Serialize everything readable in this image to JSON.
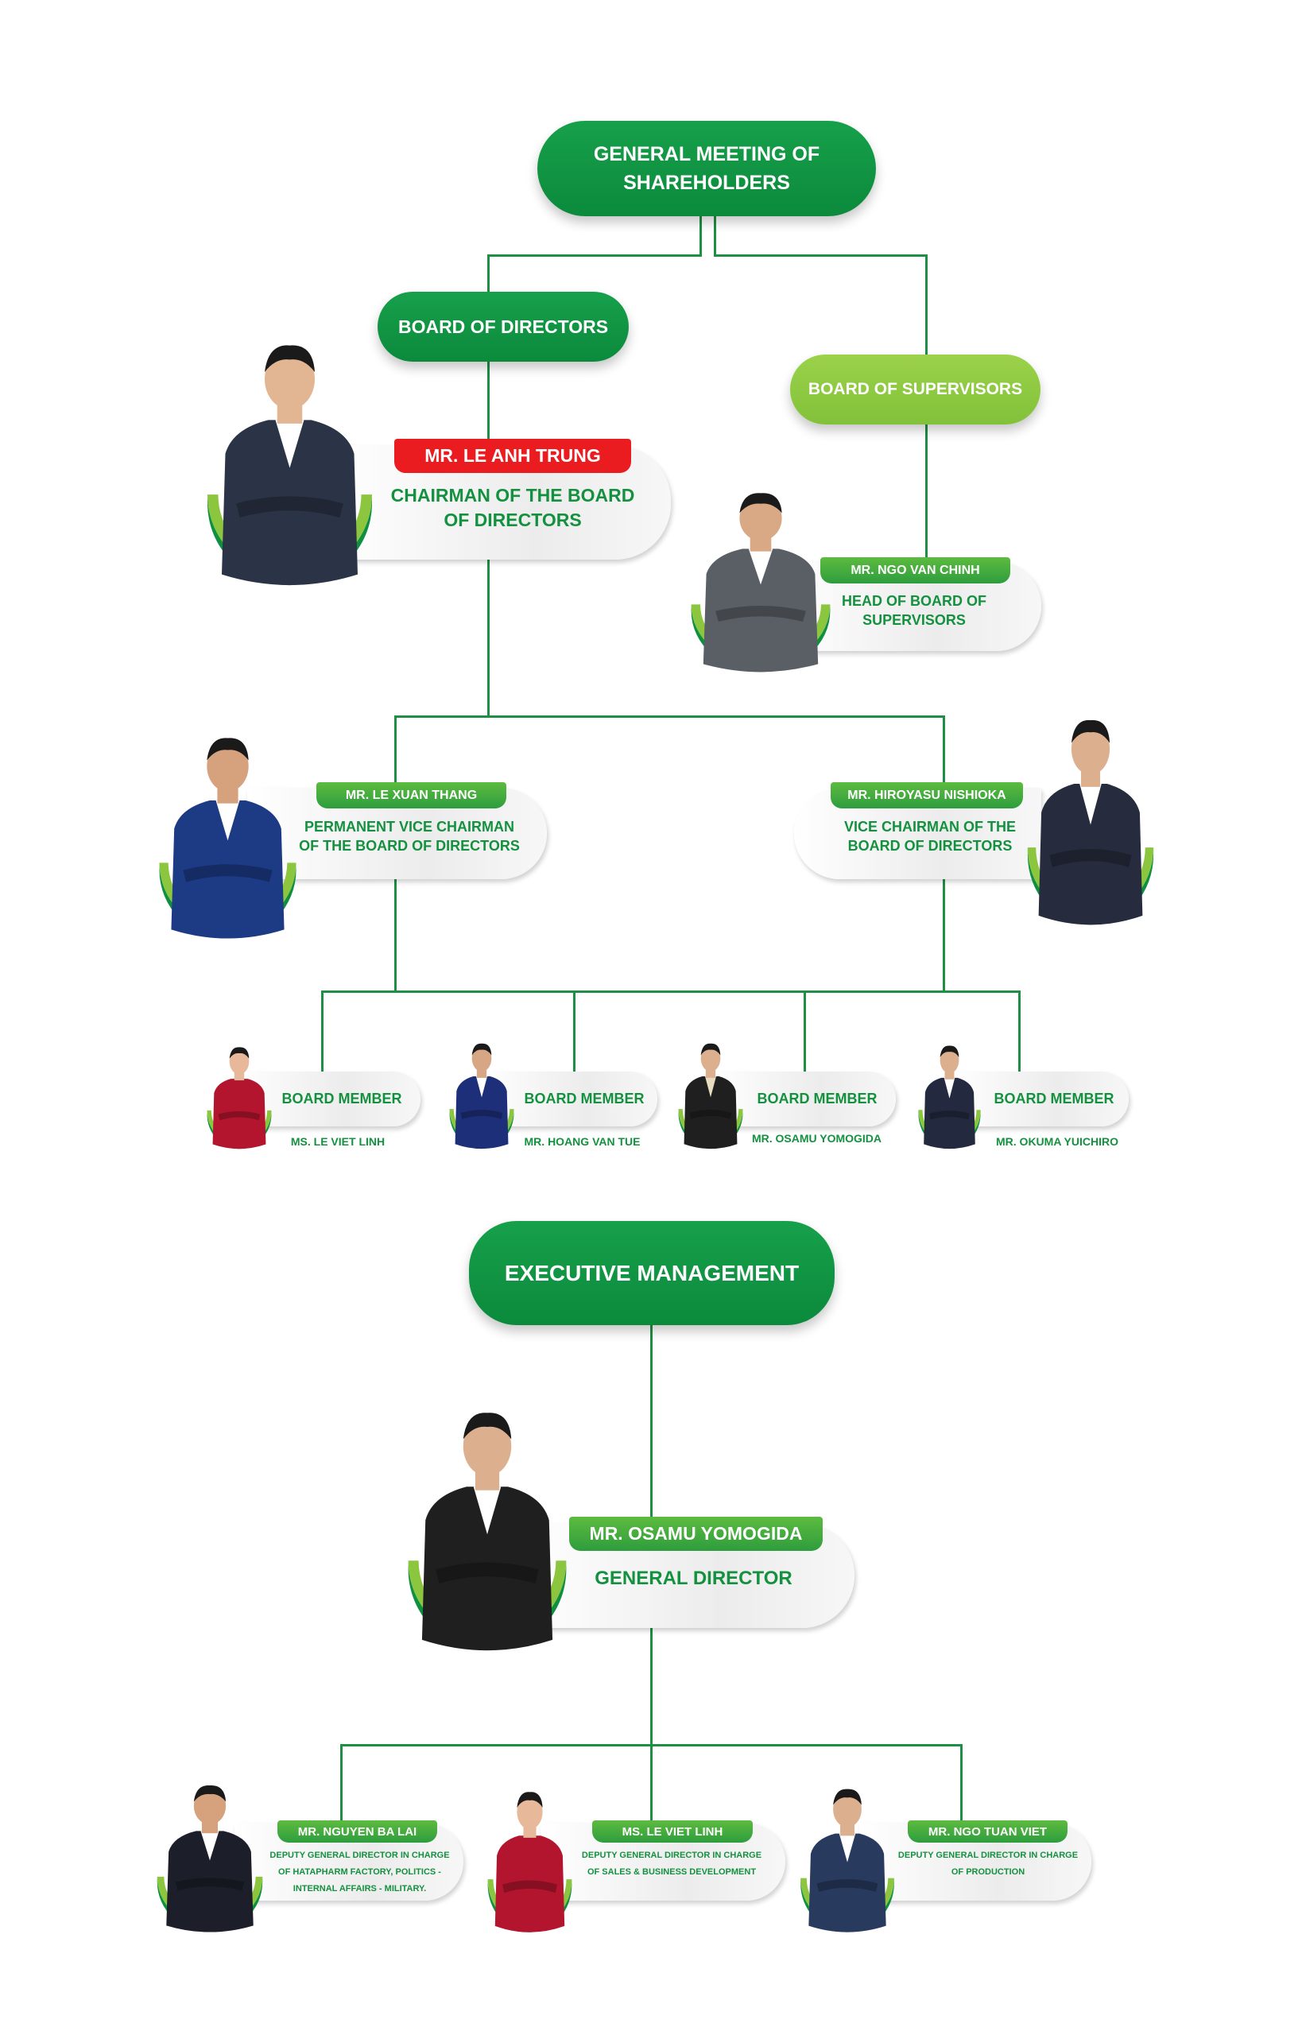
{
  "colors": {
    "green": "#0f8f40",
    "light_green": "#8cc63f",
    "red": "#ea1c1f",
    "text_green": "#14913f"
  },
  "shareholders": {
    "line1": "GENERAL MEETING OF",
    "line2": "SHAREHOLDERS"
  },
  "board_of_directors": "BOARD OF DIRECTORS",
  "board_of_supervisors": "BOARD OF SUPERVISORS",
  "chairman": {
    "name": "MR. LE ANH TRUNG",
    "role1": "CHAIRMAN OF THE BOARD",
    "role2": "OF DIRECTORS"
  },
  "supervisor_head": {
    "name": "MR. NGO VAN CHINH",
    "role1": "HEAD OF BOARD OF",
    "role2": "SUPERVISORS"
  },
  "vice1": {
    "name": "MR. LE XUAN THANG",
    "role1": "PERMANENT VICE CHAIRMAN",
    "role2": "OF THE BOARD OF DIRECTORS"
  },
  "vice2": {
    "name": "MR. HIROYASU NISHIOKA",
    "role1": "VICE CHAIRMAN OF THE",
    "role2": "BOARD OF DIRECTORS"
  },
  "members": [
    {
      "role": "BOARD MEMBER",
      "name": "MS. LE VIET LINH"
    },
    {
      "role": "BOARD MEMBER",
      "name": "MR. HOANG VAN TUE"
    },
    {
      "role": "BOARD MEMBER",
      "name": "MR. OSAMU YOMOGIDA"
    },
    {
      "role": "BOARD MEMBER",
      "name": "MR. OKUMA YUICHIRO"
    }
  ],
  "executive": "EXECUTIVE MANAGEMENT",
  "general_director": {
    "name": "MR. OSAMU YOMOGIDA",
    "role": "GENERAL DIRECTOR"
  },
  "deputies": [
    {
      "name": "MR. NGUYEN BA LAI",
      "role1": "DEPUTY GENERAL DIRECTOR IN CHARGE",
      "role2": "OF HATAPHARM FACTORY, POLITICS -",
      "role3": "INTERNAL AFFAIRS - MILITARY."
    },
    {
      "name": "MS. LE VIET LINH",
      "role1": "DEPUTY GENERAL DIRECTOR IN CHARGE",
      "role2": "OF SALES & BUSINESS DEVELOPMENT"
    },
    {
      "name": "MR. NGO TUAN VIET",
      "role1": "DEPUTY GENERAL DIRECTOR IN CHARGE",
      "role2": "OF PRODUCTION"
    }
  ]
}
